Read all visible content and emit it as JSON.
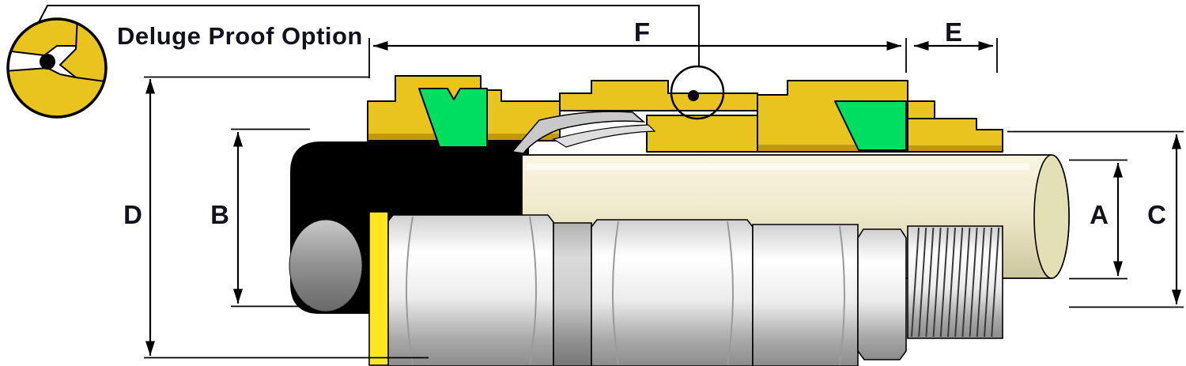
{
  "callout": {
    "title": "Deluge Proof Option"
  },
  "dimensions": {
    "A": "A",
    "B": "B",
    "C": "C",
    "D": "D",
    "E": "E",
    "F": "F"
  },
  "colors": {
    "line": "#000000",
    "text": "#12121c",
    "brass": "#EAC41E",
    "brass_dark": "#C0940B",
    "seal_green": "#00DE62",
    "cable_sheath": "#000000",
    "cable_inner_gray": "#909090",
    "cable_core_light": "#F8F5E2",
    "cable_core_mid": "#EFEACB",
    "cable_core_dark": "#CCC69C",
    "metal_light": "#FFFFFF",
    "metal_mid": "#CFCFCF",
    "metal_dark": "#8C8C8C",
    "accent_yellow": "#FFE71F",
    "spring_gray": "#C9C9C9"
  }
}
